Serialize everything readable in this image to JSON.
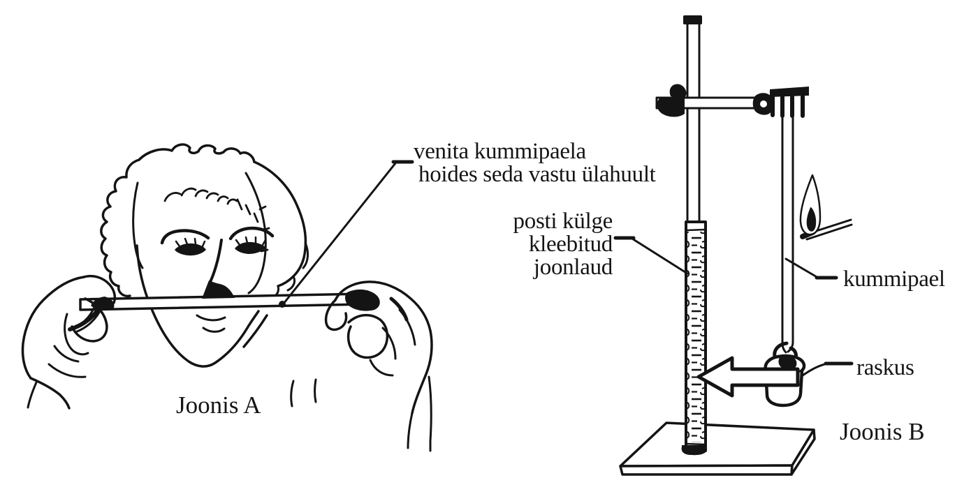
{
  "figure_a": {
    "caption": "Joonis A",
    "annotation": {
      "line1": "venita kummipaela",
      "line2": "hoides seda vastu ülahuult"
    }
  },
  "figure_b": {
    "caption": "Joonis B",
    "labels": {
      "ruler_line1": "posti külge",
      "ruler_line2": "kleebitud",
      "ruler_line3": "joonlaud",
      "rubber_band": "kummipael",
      "weight": "raskus"
    }
  },
  "colors": {
    "ink": "#141414",
    "background": "#ffffff"
  }
}
